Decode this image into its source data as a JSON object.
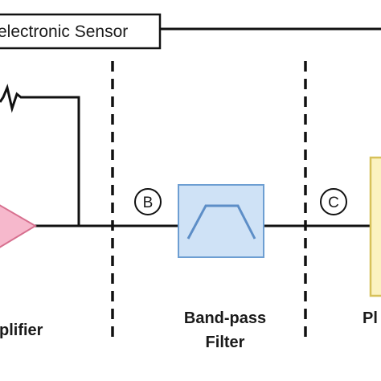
{
  "diagram": {
    "sensor_box": {
      "label": "electronic Sensor"
    },
    "stages": [
      {
        "name": "amplifier",
        "label": "plifier"
      },
      {
        "name": "bandpass-filter",
        "label_line1": "Band-pass",
        "label_line2": "Filter"
      },
      {
        "name": "next-stage",
        "label": "Pl"
      }
    ],
    "markers": {
      "b": "B",
      "c": "C"
    },
    "colors": {
      "line": "#111111",
      "amplifier_fill": "#f6b8cc",
      "amplifier_stroke": "#d7708f",
      "filter_fill": "#cfe2f6",
      "filter_stroke": "#6d9ed2",
      "next_fill": "#fbf2c0",
      "next_stroke": "#d7c15a"
    }
  }
}
